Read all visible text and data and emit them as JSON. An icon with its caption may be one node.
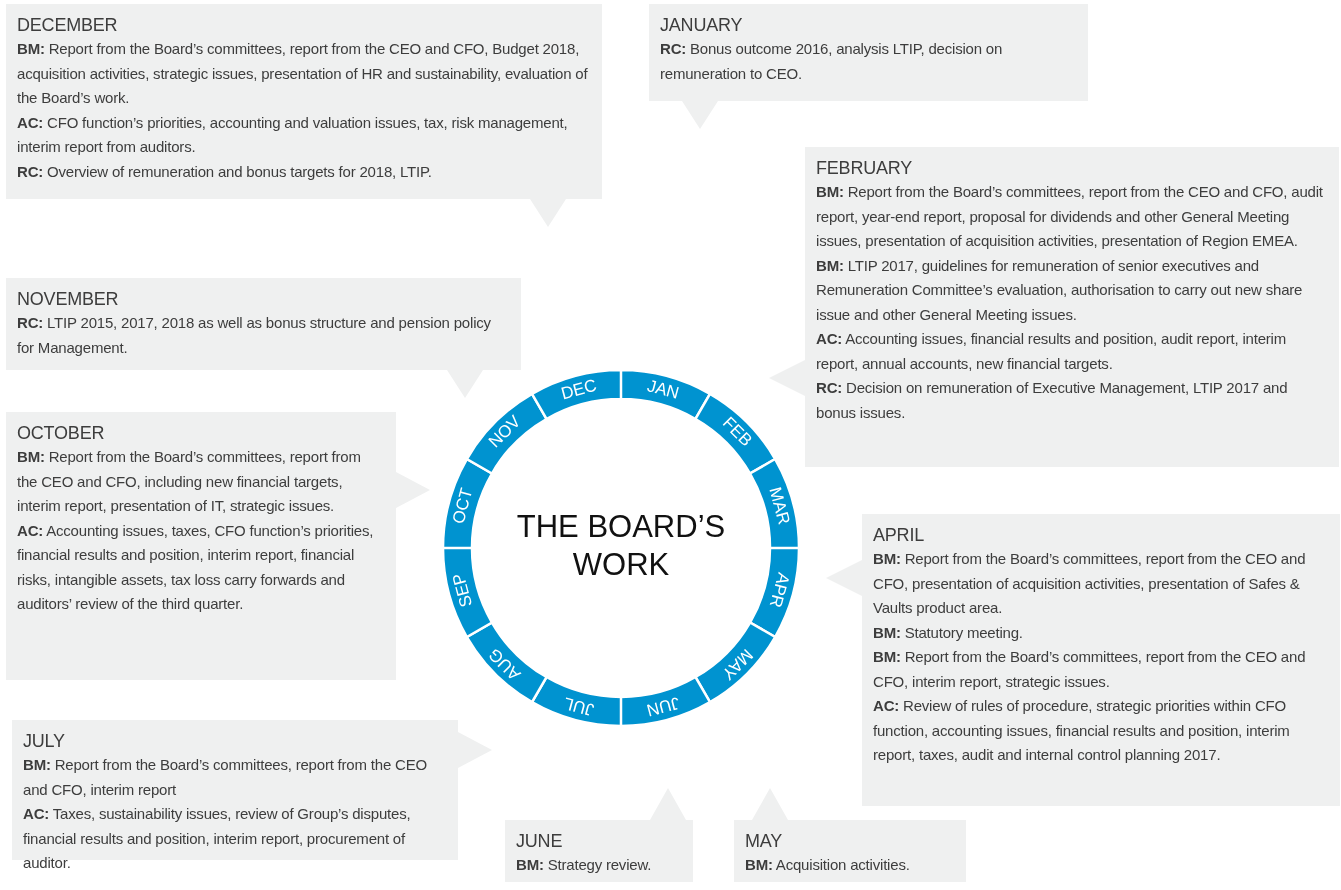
{
  "diagram": {
    "title": "THE BOARD’S WORK",
    "nodes": [
      {
        "text": [
          "DECEMBER",
          "**BM:** Report from the Board’s committees, report from the CEO and CFO, Budget 2018, acquisition activities, strategic issues, presentation of HR and sustainability, evaluation of the Board’s work.",
          "**AC:** CFO function’s priorities, accounting and valuation issues, tax, risk management, interim report from auditors.",
          "**RC:** Overview of remuneration and bonus targets for 2018, LTIP."
        ]
      },
      {
        "text": [
          "JANUARY",
          "**RC:** Bonus outcome 2016, analysis LTIP, decision on remuneration to CEO."
        ]
      },
      {
        "text": [
          "FEBRUARY",
          "**BM:** Report from the Board’s committees, report from the CEO and CFO, audit report, year-end report, proposal for dividends and other General Meeting issues, presentation of acquisition activities, presentation of Region EMEA.",
          "**BM:** LTIP 2017, guidelines for remuneration of senior executives and Remuneration Committee’s evaluation, authorisation to carry out new share issue and other General Meeting issues.",
          "**AC:** Accounting issues, financial results and position, audit report, interim report, annual accounts, new financial targets.",
          "**RC:** Decision on remuneration of Executive Management, LTIP 2017 and bonus issues."
        ]
      },
      {
        "text": [
          "NOVEMBER",
          "**RC:** LTIP 2015, 2017, 2018 as well as bonus structure and pension policy for Management."
        ]
      },
      {
        "text": [
          "OCTOBER",
          "**BM:** Report from the Board’s committees, report from the CEO and CFO, including new financial targets, interim report, presentation of IT, strategic issues.",
          "**AC:** Accounting issues, taxes, CFO function’s priorities, financial results and position, interim report, financial risks, intangible assets, tax loss carry forwards and auditors’ review of the third quarter."
        ]
      },
      {
        "text": [
          "APRIL",
          "**BM:** Report from the Board’s committees, report from the CEO and CFO, presentation of acquisition activities, presentation of Safes & Vaults product area.",
          "**BM:** Statutory meeting.",
          "**BM:** Report from the Board’s committees, report from the CEO and CFO, interim report, strategic issues.",
          "**AC:** Review of rules of procedure, strategic priorities within CFO function, accounting issues, financial results and position, interim report, taxes, audit and internal control planning 2017."
        ]
      },
      {
        "text": [
          "JULY",
          "**BM:** Report from the Board’s committees, report from the CEO and CFO, interim report",
          "**AC:** Taxes, sustainability issues, review of Group’s disputes, financial results and position, interim report, procurement of auditor."
        ]
      },
      {
        "text": [
          "JUNE",
          "**BM:** Strategy review."
        ]
      },
      {
        "text": [
          "MAY",
          "**BM:** Acquisition activities."
        ]
      },
      {
        "text": [
          "JAN"
        ]
      },
      {
        "text": [
          "FEB"
        ]
      },
      {
        "text": [
          "MAR"
        ]
      },
      {
        "text": [
          "APR"
        ]
      },
      {
        "text": [
          "MAY"
        ]
      },
      {
        "text": [
          "JUN"
        ]
      },
      {
        "text": [
          "JUL"
        ]
      },
      {
        "text": [
          "AUG"
        ]
      },
      {
        "text": [
          "SEP"
        ]
      },
      {
        "text": [
          "OCT"
        ]
      },
      {
        "text": [
          "NOV"
        ]
      },
      {
        "text": [
          "DEC"
        ]
      }
    ]
  }
}
